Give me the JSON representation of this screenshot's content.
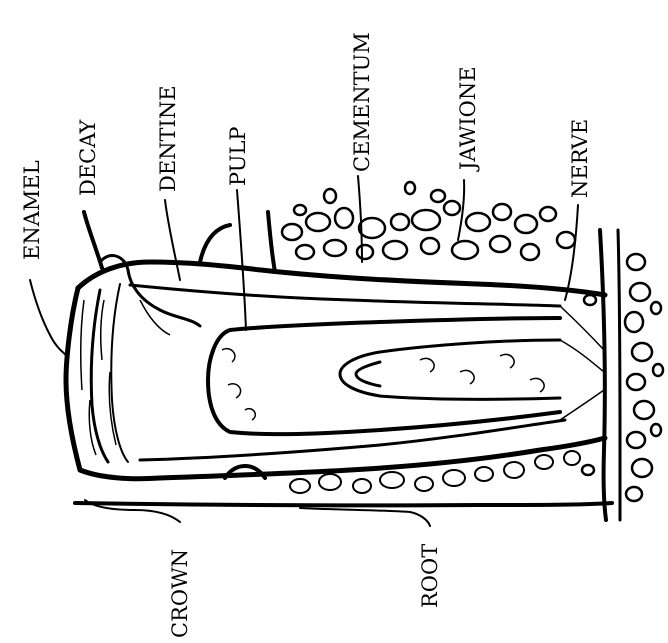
{
  "labels": {
    "enamel": "ENAMEL",
    "decay": "DECAY",
    "dentine": "DENTINE",
    "pulp": "PULP",
    "cementum": "CEMENTUM",
    "jawbone": "JAWIONE",
    "nerve": "NERVE",
    "crown": "CROWN",
    "root": "ROOT"
  },
  "colors": {
    "ink": "#000000",
    "paper": "#ffffff"
  }
}
